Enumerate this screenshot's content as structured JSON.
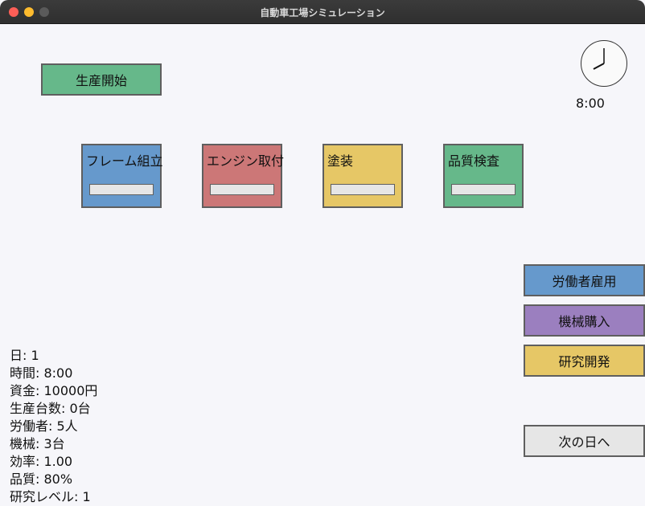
{
  "window": {
    "title": "自動車工場シミュレーション"
  },
  "start_button": {
    "label": "生産開始",
    "color": "#66b88a"
  },
  "stations": [
    {
      "label": "フレーム組立",
      "color": "#6699cc",
      "progress": 0
    },
    {
      "label": "エンジン取付",
      "color": "#cc7777",
      "progress": 0
    },
    {
      "label": "塗装",
      "color": "#e6c766",
      "progress": 0
    },
    {
      "label": "品質検査",
      "color": "#66b88a",
      "progress": 0
    }
  ],
  "clock": {
    "time": "8:00",
    "icon": "analog-clock-icon"
  },
  "actions": {
    "hire": {
      "label": "労働者雇用",
      "color": "#6699cc"
    },
    "machine": {
      "label": "機械購入",
      "color": "#9b7fbf"
    },
    "research": {
      "label": "研究開発",
      "color": "#e6c766"
    },
    "next_day": {
      "label": "次の日へ",
      "color": "#e6e6e6"
    }
  },
  "stats": {
    "day": "日: 1",
    "time": "時間: 8:00",
    "funds": "資金: 10000円",
    "production": "生産台数: 0台",
    "workers": "労働者: 5人",
    "machines": "機械: 3台",
    "efficiency": "効率: 1.00",
    "quality": "品質: 80%",
    "research_level": "研究レベル: 1"
  }
}
